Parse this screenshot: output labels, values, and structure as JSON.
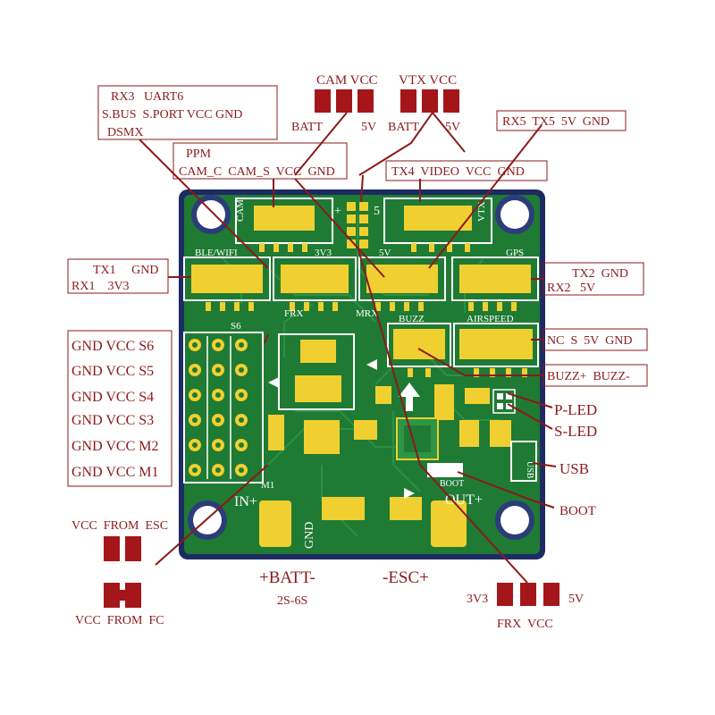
{
  "colors": {
    "label": "#8b1a1a",
    "pad": "#a4161a",
    "leader": "#8b1a1a",
    "board": "#1f7a34",
    "board_edge": "#1d2b63",
    "trace": "#2e9446",
    "copper": "#f0d030",
    "silk": "#ffffff",
    "hole_ring": "#2c3c7a"
  },
  "labels": {
    "cam_vcc": "CAM VCC",
    "vtx_vcc": "VTX VCC",
    "batt_left": "BATT",
    "fivev_left": "5V",
    "batt_right": "BATT",
    "fivev_right": "5V",
    "rx3_uart6": "RX3   UART6",
    "sbus_sport": "S.BUS  S.PORT VCC GND",
    "dsmx": "DSMX",
    "ppm": "PPM",
    "cam_pins": "CAM_C  CAM_S  VCC  GND",
    "rx5_tx5": "RX5  TX5  5V  GND",
    "tx4_video": "TX4  VIDEO  VCC  GND",
    "tx1_gnd": "TX1     GND",
    "rx1_3v3": "RX1    3V3",
    "tx2_gnd": "TX2  GND",
    "rx2_5v": "RX2   5V",
    "nc_s_5v_gnd": "NC  S  5V  GND",
    "buzz": "BUZZ+  BUZZ-",
    "p_led": "P-LED",
    "s_led": "S-LED",
    "usb": "USB",
    "boot": "BOOT",
    "servo_rows": [
      "GND VCC S6",
      "GND VCC S5",
      "GND VCC S4",
      "GND VCC S3",
      "GND VCC M2",
      "GND VCC M1"
    ],
    "vcc_from_esc": "VCC  FROM  ESC",
    "vcc_from_fc": "VCC  FROM  FC",
    "batt_terminal": "+BATT-",
    "batt_range": "2S-6S",
    "esc_terminal": "-ESC+",
    "threev3": "3V3",
    "fivev_bottom": "5V",
    "frx_vcc": "FRX  VCC"
  },
  "board_silk": {
    "cam": "CAM",
    "vtx": "VTX",
    "ble_wifi": "BLE/WIFI",
    "gps": "GPS",
    "frx": "FRX",
    "mrx": "MRX",
    "buzz": "BUZZ",
    "airspeed": "AIRSPEED",
    "s6": "S6",
    "m1": "M1",
    "in_plus": "IN+",
    "out_plus": "OUT+",
    "gnd": "GND",
    "boot": "BOOT",
    "usb": "USB",
    "threev3": "3V3",
    "fivev": "5V",
    "plus": "+",
    "five": "5"
  }
}
